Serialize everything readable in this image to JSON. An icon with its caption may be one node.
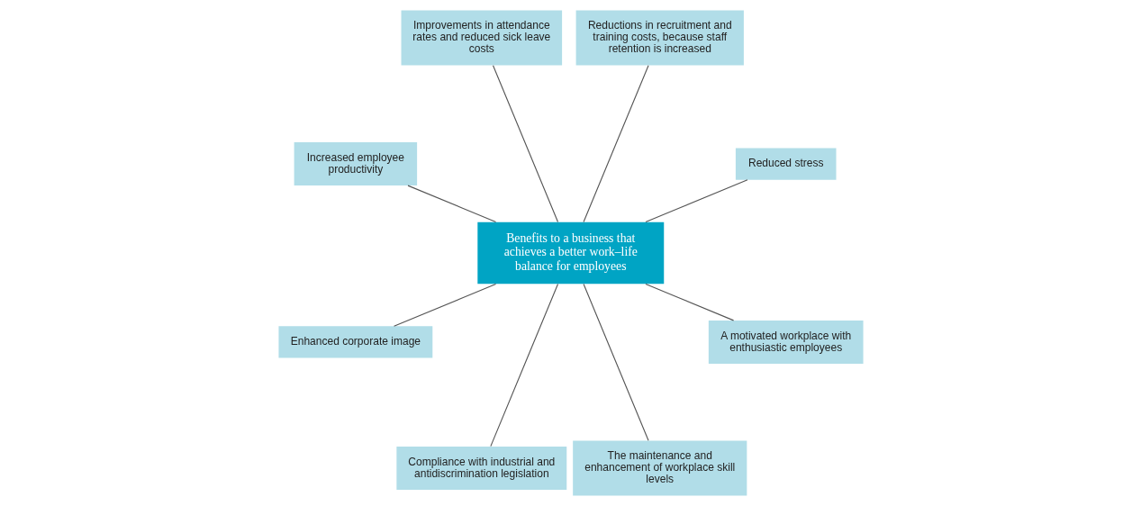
{
  "diagram": {
    "nodes": [
      {
        "text": [
          "Reduced stress"
        ]
      },
      {
        "text": [
          "Reductions in recruitment and training costs, because staff retention is increased"
        ]
      },
      {
        "text": [
          "Improvements in attendance rates and reduced sick leave costs"
        ]
      },
      {
        "text": [
          "Increased employee productivity"
        ]
      },
      {
        "text": [
          "Benefits to a business that achieves a better work–life balance for employees"
        ]
      },
      {
        "text": [
          "Enhanced corporate image"
        ]
      },
      {
        "text": [
          "Compliance with industrial and antidiscrimination legislation"
        ]
      },
      {
        "text": [
          "The maintenance and enhancement of workplace skill levels"
        ]
      },
      {
        "text": [
          "A motivated workplace with enthusiastic employees"
        ]
      }
    ],
    "edges": [
      {
        "from": 4,
        "to": 0,
        "arrow": "none"
      },
      {
        "from": 4,
        "to": 2,
        "arrow": "none"
      },
      {
        "from": 4,
        "to": 5,
        "arrow": "none"
      },
      {
        "from": 4,
        "to": 7,
        "arrow": "none"
      },
      {
        "from": 4,
        "to": 8,
        "arrow": "none"
      },
      {
        "from": 4,
        "to": 6,
        "arrow": "none"
      },
      {
        "from": 4,
        "to": 3,
        "arrow": "none"
      },
      {
        "from": 4,
        "to": 1,
        "arrow": "none"
      }
    ]
  }
}
